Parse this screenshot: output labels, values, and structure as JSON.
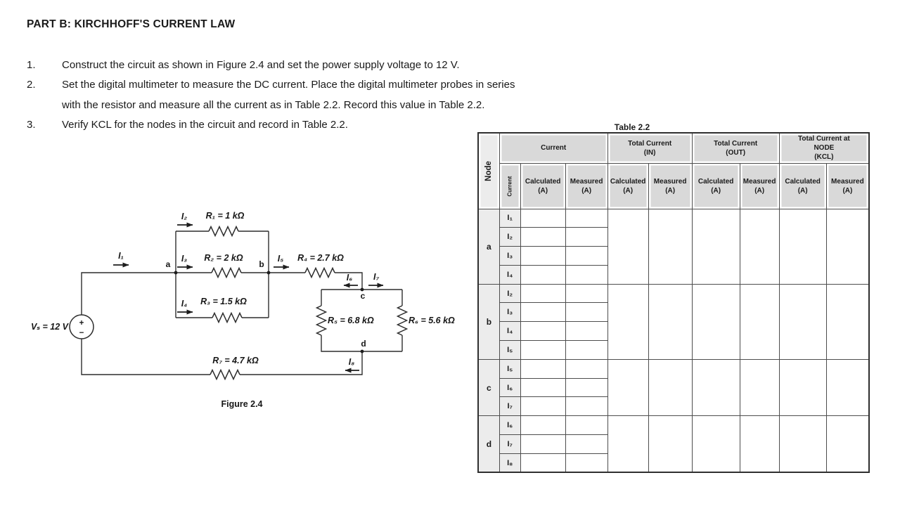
{
  "page": {
    "title": "PART B: KIRCHHOFF'S CURRENT LAW"
  },
  "instructions": [
    {
      "num": "1.",
      "lines": [
        "Construct the circuit as shown in Figure 2.4 and set the power supply voltage to 12 V."
      ]
    },
    {
      "num": "2.",
      "lines": [
        "Set the digital multimeter to measure the DC current. Place the digital multimeter probes in series",
        "with the resistor and measure all the current as in Table 2.2. Record this value in Table 2.2."
      ]
    },
    {
      "num": "3.",
      "lines": [
        "Verify KCL for the nodes in the circuit and record in Table 2.2."
      ]
    }
  ],
  "figure": {
    "caption": "Figure 2.4",
    "source_label": "Vₛ = 12 V",
    "source_plus": "+",
    "source_minus": "−",
    "resistors": {
      "r1": "R₁ = 1 kΩ",
      "r2": "R₂ = 2 kΩ",
      "r3": "R₃ = 1.5 kΩ",
      "r4": "R₄ = 2.7 kΩ",
      "r5": "R₅ = 6.8 kΩ",
      "r6": "R₆ = 5.6 kΩ",
      "r7": "R₇ = 4.7 kΩ"
    },
    "currents": {
      "i1": "I₁",
      "i2": "I₂",
      "i3": "I₃",
      "i4": "I₄",
      "i5": "I₅",
      "i6": "I₆",
      "i7": "I₇",
      "i8": "I₈"
    },
    "nodes": {
      "a": "a",
      "b": "b",
      "c": "c",
      "d": "d"
    }
  },
  "table": {
    "title": "Table 2.2",
    "headers": {
      "node": "Node",
      "current_group": "Current",
      "current_sub": "Current",
      "total_in": "Total Current\n(IN)",
      "total_out": "Total Current\n(OUT)",
      "kcl": "Total Current at\nNODE\n(KCL)",
      "calculated": "Calculated\n(A)",
      "measured": "Measured\n(A)"
    },
    "groups": [
      {
        "node": "a",
        "currents": [
          "I₁",
          "I₂",
          "I₃",
          "I₄"
        ]
      },
      {
        "node": "b",
        "currents": [
          "I₂",
          "I₃",
          "I₄",
          "I₅"
        ]
      },
      {
        "node": "c",
        "currents": [
          "I₅",
          "I₆",
          "I₇"
        ]
      },
      {
        "node": "d",
        "currents": [
          "I₆",
          "I₇",
          "I₈"
        ]
      }
    ]
  }
}
